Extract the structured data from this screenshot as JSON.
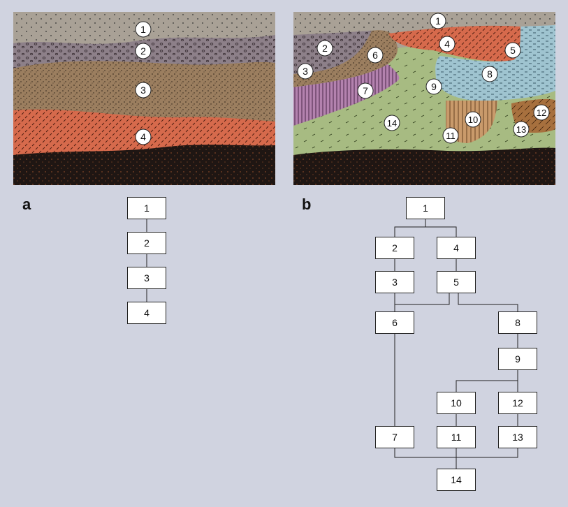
{
  "panels": {
    "a": {
      "letter": "a",
      "flow": [
        "1",
        "2",
        "3",
        "4"
      ]
    },
    "b": {
      "letter": "b",
      "flow": [
        "1",
        "2",
        "3",
        "4",
        "5",
        "6",
        "7",
        "8",
        "9",
        "10",
        "11",
        "12",
        "13",
        "14"
      ]
    }
  },
  "illustration_a": {
    "labels": [
      "1",
      "2",
      "3",
      "4"
    ]
  },
  "illustration_b": {
    "labels": [
      "1",
      "2",
      "3",
      "4",
      "5",
      "6",
      "7",
      "8",
      "9",
      "10",
      "11",
      "12",
      "13",
      "14"
    ]
  },
  "colors": {
    "background": "#d0d3e0",
    "sky_layer": "#a9a196",
    "pebble_layer": "#8d8089",
    "sand_layer": "#9b7e5f",
    "red_layer": "#d66a4c",
    "dark_layer": "#1f1613",
    "blue_layer": "#9fc4d0",
    "green_layer": "#a7bb82",
    "purple_layer": "#b382ae",
    "tan_layer": "#c99a6b",
    "brown_layer": "#a7703e"
  }
}
